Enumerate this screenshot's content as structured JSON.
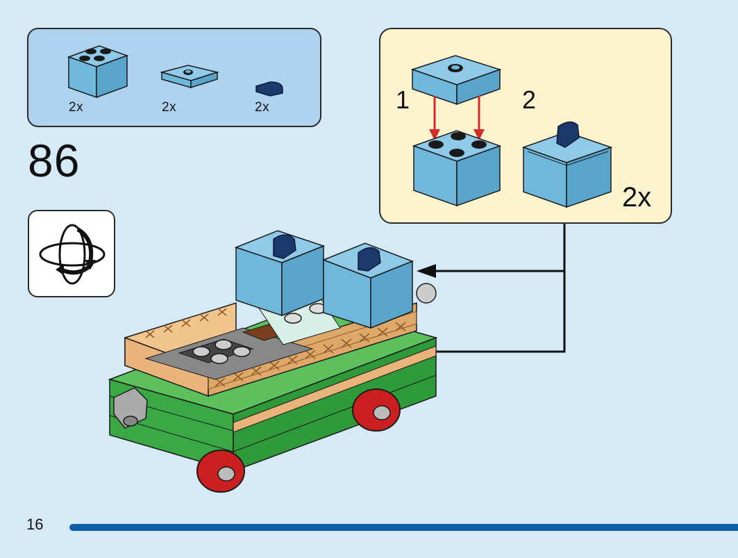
{
  "parts_list": {
    "items": [
      {
        "name": "light blue 2x2 brick",
        "qty": "2x",
        "color": "#6fb8dc"
      },
      {
        "name": "light blue 2x2 jumper plate",
        "qty": "2x",
        "color": "#6fb8dc"
      },
      {
        "name": "dark blue 1x1 quarter tile",
        "qty": "2x",
        "color": "#1b3a6b"
      }
    ]
  },
  "step": {
    "number": "86"
  },
  "rotate_icon": "rotate-model-icon",
  "sub_assembly": {
    "step1_label": "1",
    "step2_label": "2",
    "multiplier": "2x",
    "arrow_color": "#d52b2b"
  },
  "page": {
    "number": "16",
    "bar_color": "#0d5fa8"
  },
  "colors": {
    "background": "#d5e9f7",
    "parts_box": "#afd3ef",
    "sub_box": "#fdf3cf",
    "brick_blue": "#6fb8dc",
    "tile_dark_blue": "#1b3a6b",
    "fence_tan": "#e8b47a",
    "base_green": "#3aa845",
    "wheel_red": "#cc1f1f"
  }
}
